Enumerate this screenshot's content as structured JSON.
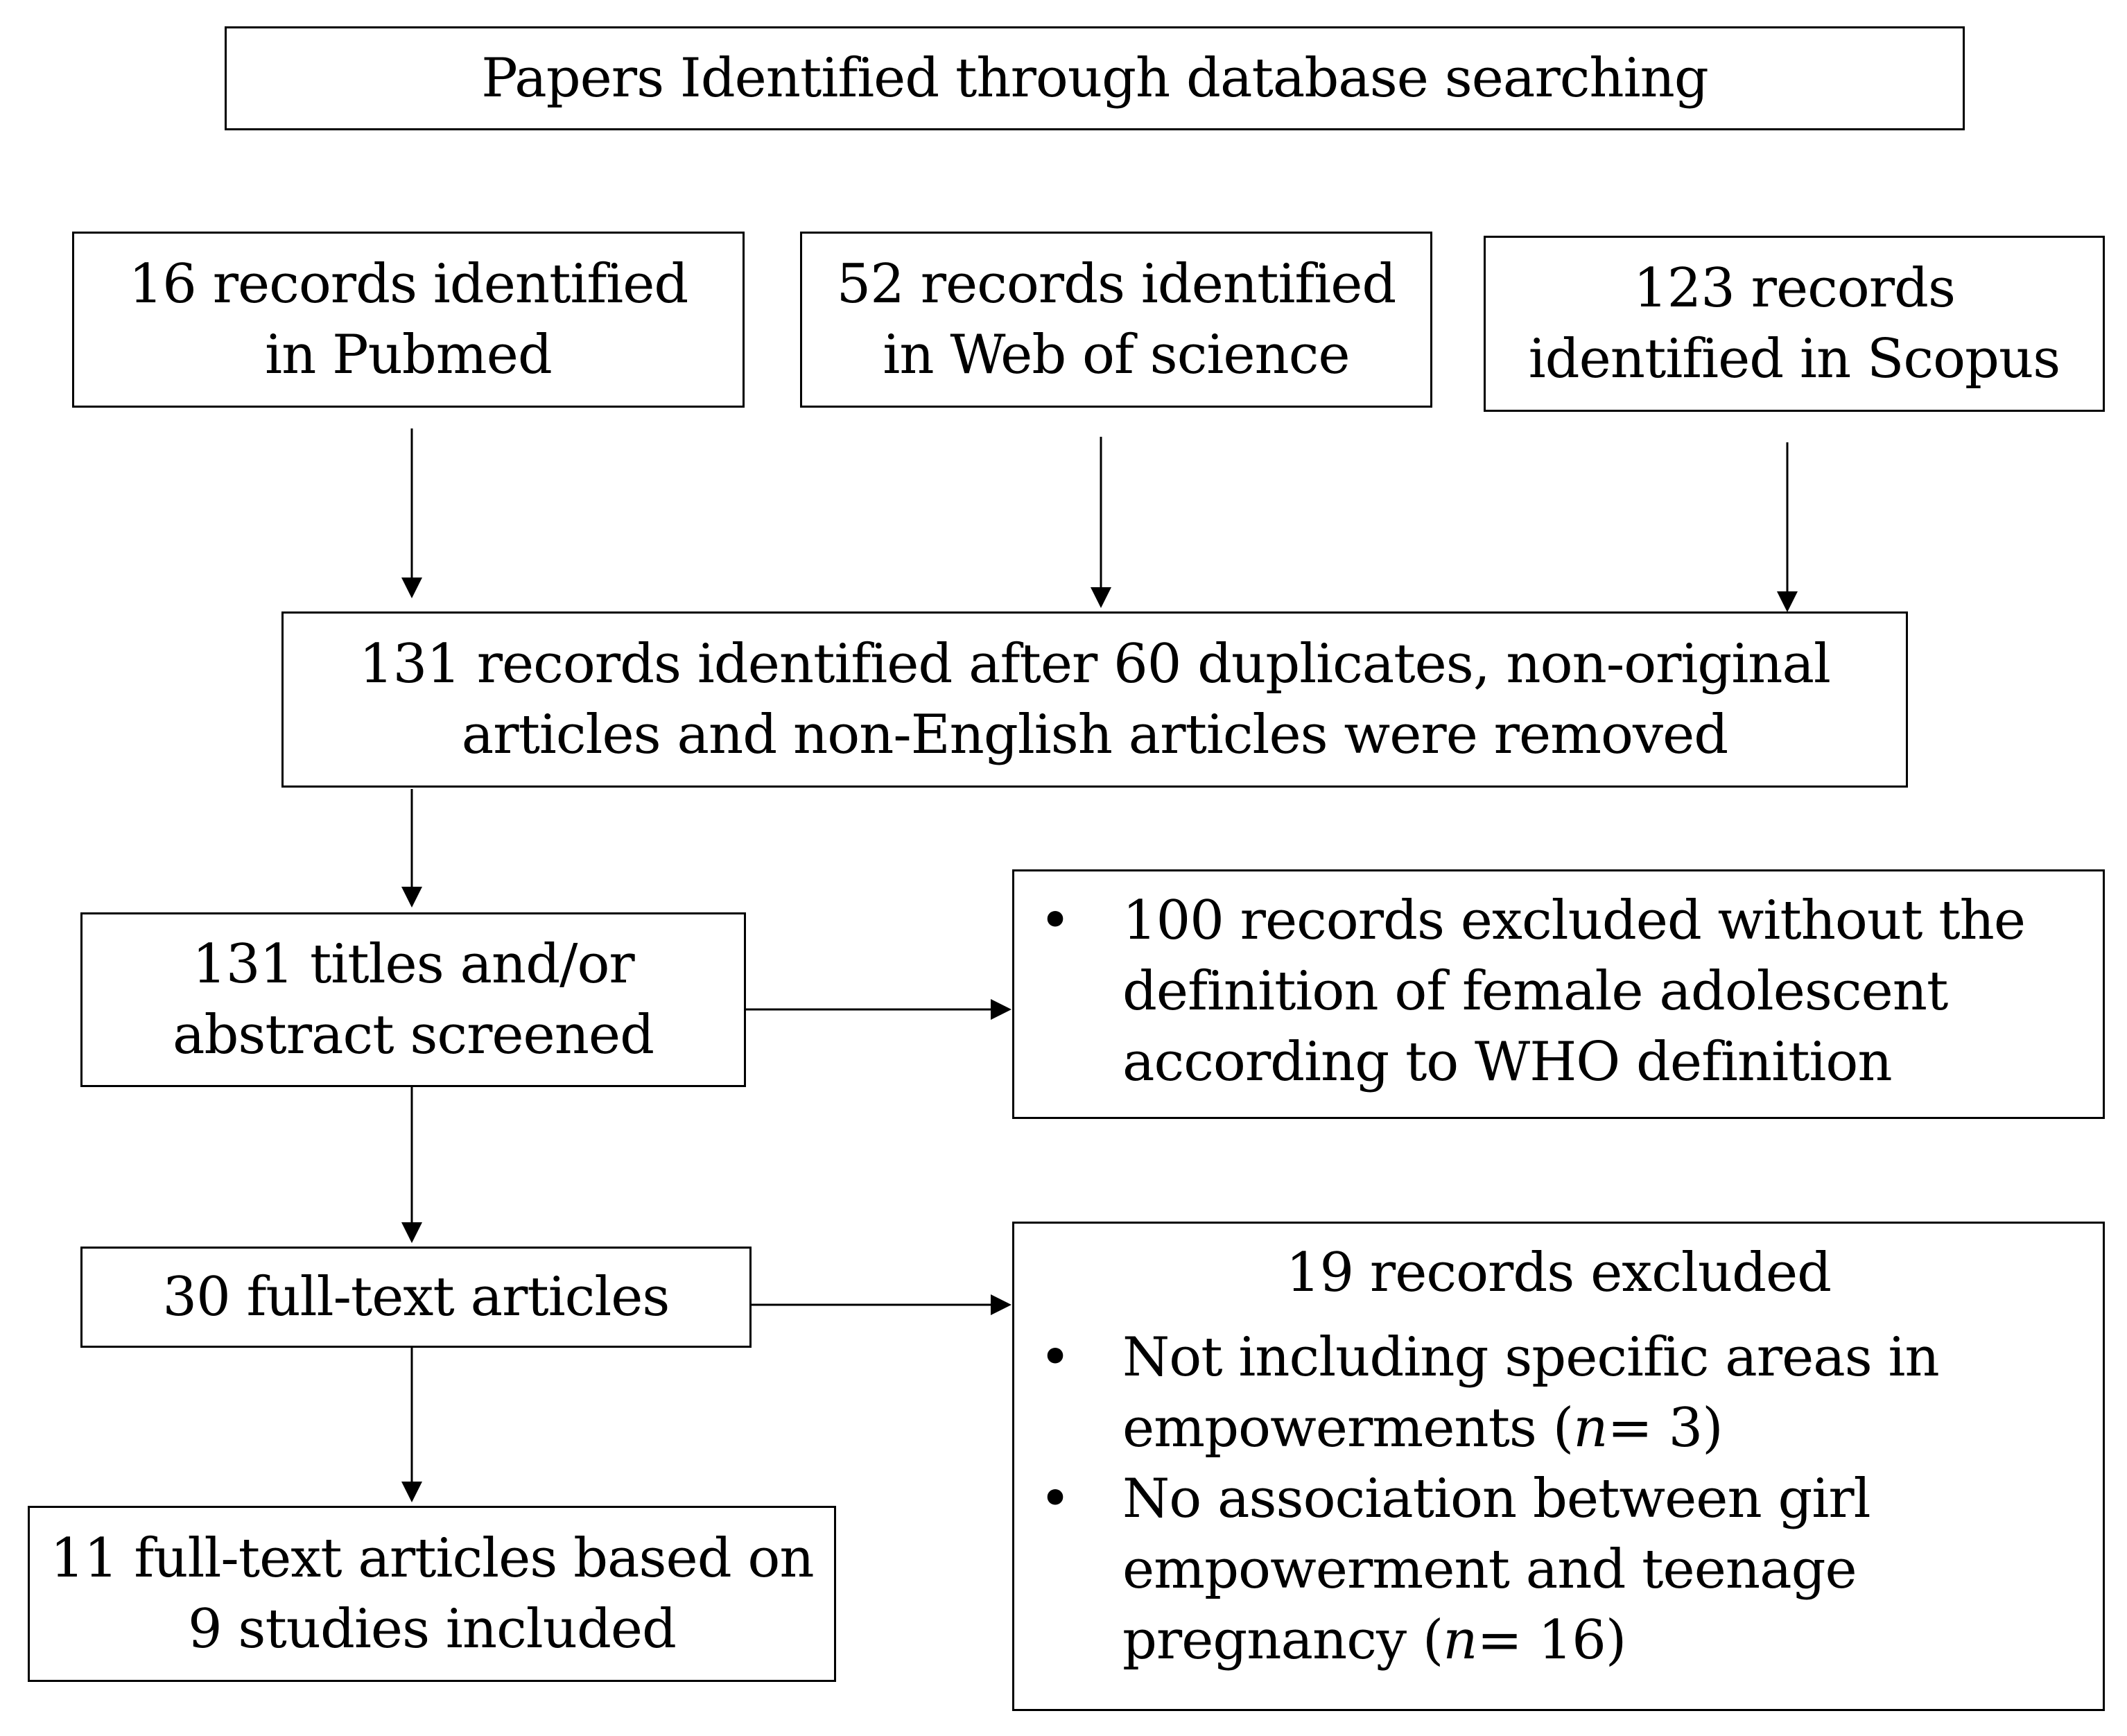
{
  "header": {
    "text": "Papers Identified through database searching"
  },
  "sources": [
    {
      "lines": [
        "16 records identified",
        "in Pubmed"
      ]
    },
    {
      "lines": [
        "52 records identified",
        "in Web of science"
      ]
    },
    {
      "lines": [
        "123 records",
        "identified in Scopus"
      ]
    }
  ],
  "after_removal": {
    "lines": [
      "131 records identified after 60 duplicates, non-original",
      "articles and non-English articles were removed"
    ]
  },
  "screened": {
    "lines": [
      "131 titles and/or",
      "abstract screened"
    ]
  },
  "excluded_screen": {
    "bullet": "•",
    "lines": [
      "100 records excluded without the",
      "definition of female adolescent",
      "according to WHO definition"
    ]
  },
  "full_text": {
    "text": "30 full-text articles"
  },
  "excluded_full": {
    "title": "19 records excluded",
    "bullet": "•",
    "reason1": {
      "line1": "Not including specific areas in",
      "line2_prefix": "empowerments (",
      "n_symbol": "n",
      "line2_suffix": "= 3)"
    },
    "reason2": {
      "line1": "No association between girl",
      "line2": "empowerment and teenage",
      "line3_prefix": "pregnancy (",
      "n_symbol": "n",
      "line3_suffix": "= 16)"
    }
  },
  "included": {
    "lines": [
      "11 full-text articles based on",
      "9 studies included"
    ]
  }
}
